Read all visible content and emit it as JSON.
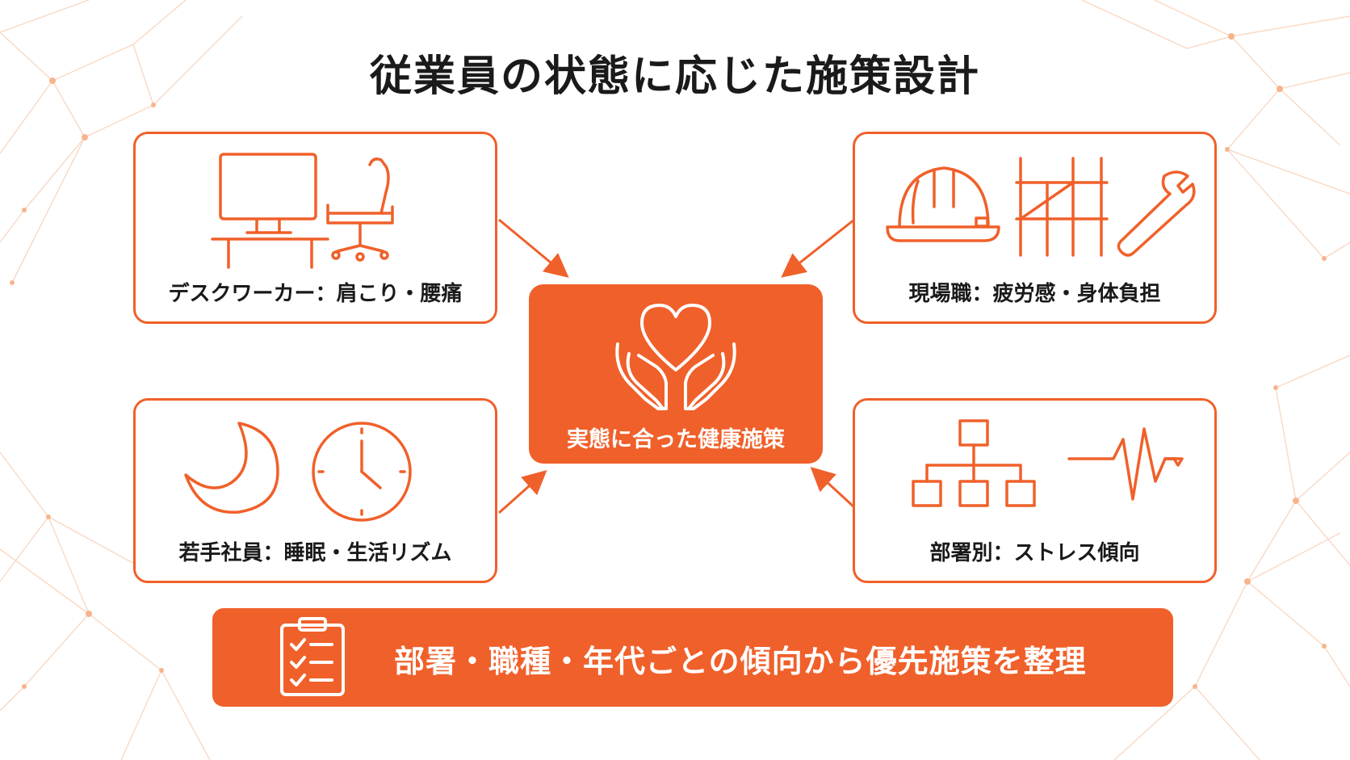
{
  "title": "従業員の状態に応じた施策設計",
  "colors": {
    "accent": "#f0602a",
    "text": "#1a1a1a",
    "background": "#ffffff",
    "network": "#f6c8a8"
  },
  "cards": {
    "desk": {
      "label": "デスクワーカー：肩こり・腰痛",
      "icons": [
        "monitor-icon",
        "office-chair-icon"
      ]
    },
    "field": {
      "label": "現場職：疲労感・身体負担",
      "icons": [
        "hard-hat-icon",
        "scaffolding-icon",
        "wrench-icon"
      ]
    },
    "young": {
      "label": "若手社員：睡眠・生活リズム",
      "icons": [
        "crescent-moon-icon",
        "clock-icon"
      ]
    },
    "dept": {
      "label": "部署別：ストレス傾向",
      "icons": [
        "org-chart-icon",
        "heartbeat-pulse-icon"
      ]
    }
  },
  "center": {
    "label": "実態に合った健康施策",
    "icon": "heart-in-hands-icon"
  },
  "banner": {
    "text": "部署・職種・年代ごとの傾向から優先施策を整理",
    "icon": "checklist-clipboard-icon"
  }
}
